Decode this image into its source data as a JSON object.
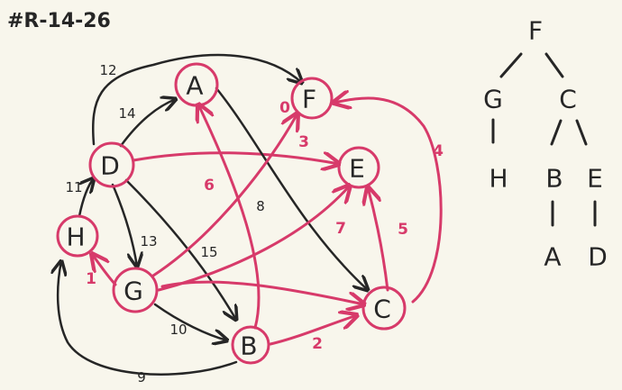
{
  "title": "#R-14-26",
  "colors": {
    "pink": "#d73a6a",
    "ink": "#262626",
    "background": "#f8f6ec"
  },
  "graph": {
    "nodes": [
      {
        "id": "A",
        "label": "A"
      },
      {
        "id": "F",
        "label": "F"
      },
      {
        "id": "D",
        "label": "D"
      },
      {
        "id": "E",
        "label": "E"
      },
      {
        "id": "H",
        "label": "H"
      },
      {
        "id": "G",
        "label": "G"
      },
      {
        "id": "C",
        "label": "C"
      },
      {
        "id": "B",
        "label": "B"
      }
    ],
    "edges": [
      {
        "from": "D",
        "to": "F",
        "weight": "12",
        "highlight": false
      },
      {
        "from": "D",
        "to": "A",
        "weight": "14",
        "highlight": false
      },
      {
        "from": "D",
        "to": "E",
        "weight": "3",
        "highlight": true
      },
      {
        "from": "H",
        "to": "D",
        "weight": "11",
        "highlight": false
      },
      {
        "from": "D",
        "to": "G",
        "weight": "13",
        "highlight": false
      },
      {
        "from": "D",
        "to": "B",
        "weight": "15",
        "highlight": false
      },
      {
        "from": "A",
        "to": "C",
        "weight": "8",
        "highlight": false
      },
      {
        "from": "B",
        "to": "A",
        "weight": "6",
        "highlight": true
      },
      {
        "from": "G",
        "to": "F",
        "weight": "0",
        "highlight": true
      },
      {
        "from": "G",
        "to": "E",
        "weight": "7",
        "highlight": true
      },
      {
        "from": "G",
        "to": "H",
        "weight": "1",
        "highlight": true
      },
      {
        "from": "G",
        "to": "B",
        "weight": "10",
        "highlight": false
      },
      {
        "from": "G",
        "to": "C",
        "weight": "",
        "highlight": true
      },
      {
        "from": "B",
        "to": "C",
        "weight": "2",
        "highlight": true
      },
      {
        "from": "C",
        "to": "E",
        "weight": "5",
        "highlight": true
      },
      {
        "from": "C",
        "to": "F",
        "weight": "4",
        "highlight": true
      },
      {
        "from": "B",
        "to": "H",
        "weight": "9",
        "highlight": false
      }
    ]
  },
  "tree": {
    "nodes": [
      {
        "id": "F",
        "label": "F"
      },
      {
        "id": "G",
        "label": "G"
      },
      {
        "id": "C",
        "label": "C"
      },
      {
        "id": "H",
        "label": "H"
      },
      {
        "id": "B",
        "label": "B"
      },
      {
        "id": "E",
        "label": "E"
      },
      {
        "id": "A",
        "label": "A"
      },
      {
        "id": "D",
        "label": "D"
      }
    ],
    "edges": [
      {
        "from": "F",
        "to": "G"
      },
      {
        "from": "F",
        "to": "C"
      },
      {
        "from": "G",
        "to": "H"
      },
      {
        "from": "C",
        "to": "B"
      },
      {
        "from": "C",
        "to": "E"
      },
      {
        "from": "B",
        "to": "A"
      },
      {
        "from": "E",
        "to": "D"
      }
    ]
  }
}
